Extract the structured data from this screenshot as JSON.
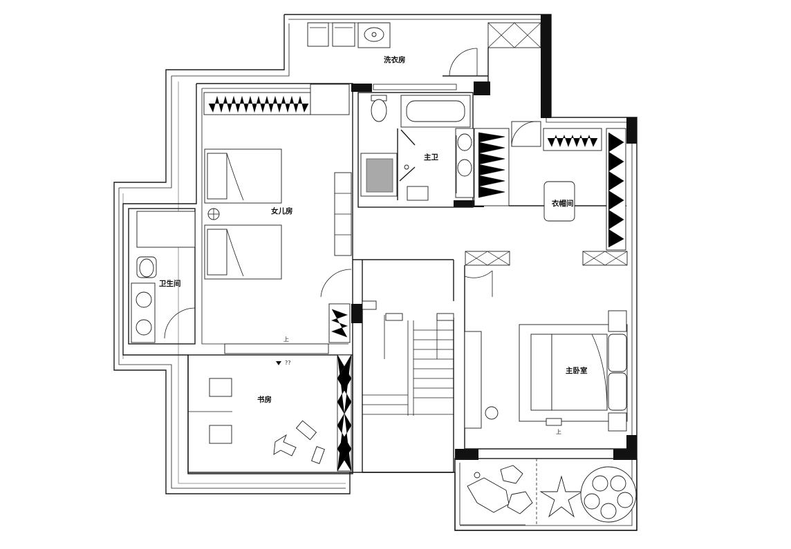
{
  "rooms": {
    "laundry": "洗衣房",
    "master_bath": "主卫",
    "daughter_room": "女儿房",
    "closet": "衣帽间",
    "bathroom": "卫生间",
    "study": "书房",
    "master_bedroom": "主卧室"
  },
  "markers": {
    "up_marker_1": "上",
    "up_marker_2": "上",
    "level_marker": "??"
  },
  "colors": {
    "wall": "#1a1a1a",
    "shower": "#a9a9a9"
  }
}
